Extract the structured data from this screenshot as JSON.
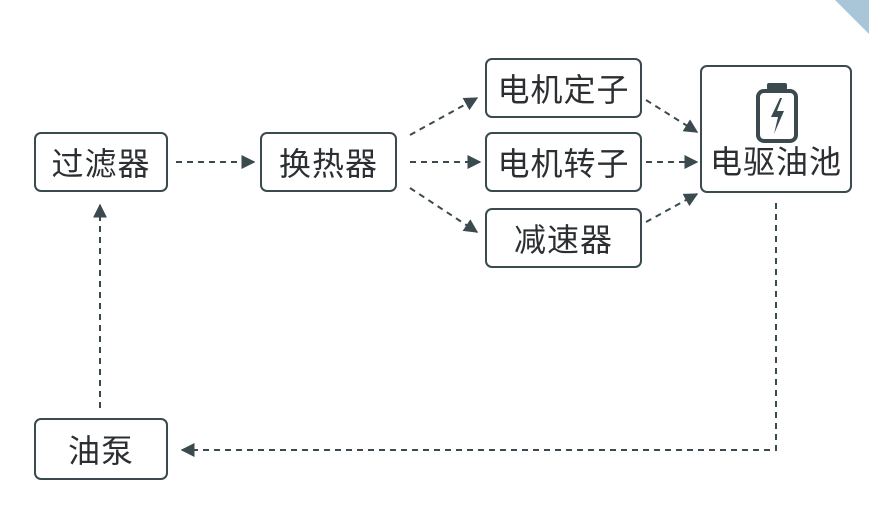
{
  "nodes": {
    "filter": "过滤器",
    "heat_exchanger": "换热器",
    "motor_stator": "电机定子",
    "motor_rotor": "电机转子",
    "reducer": "减速器",
    "drive_oil_pool": "电驱油池",
    "oil_pump": "油泵"
  },
  "icons": {
    "oil_pool_icon": "battery-charge-icon"
  },
  "colors": {
    "stroke": "#3b4a4f",
    "text": "#2b2f31",
    "corner": "#a9c6d8"
  }
}
